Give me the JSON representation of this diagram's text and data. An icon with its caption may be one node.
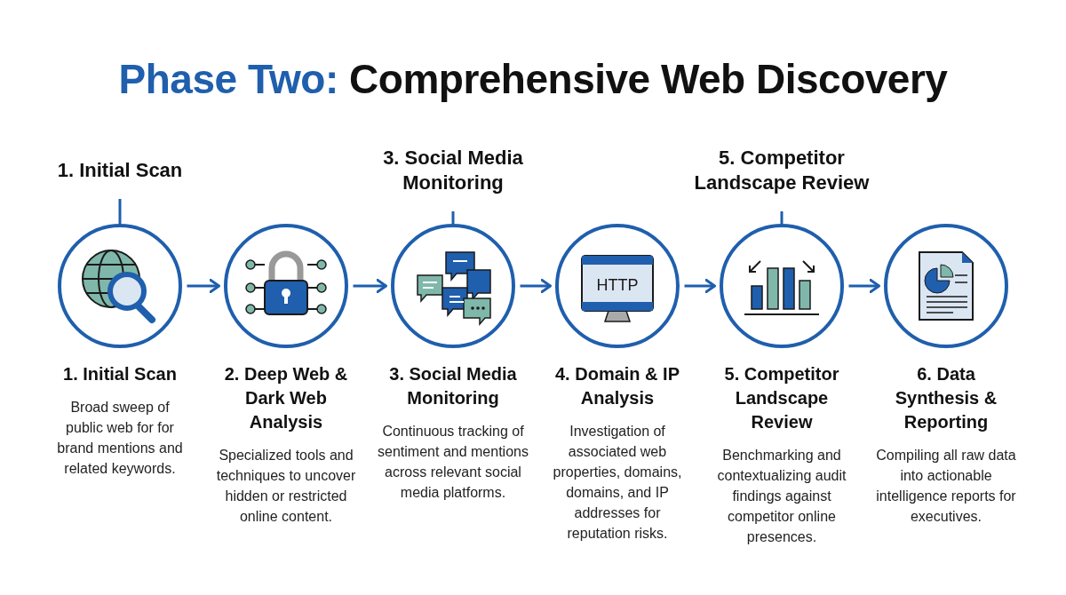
{
  "diagram": {
    "title": "*Phase Two:* Comprehensive Web Discovery",
    "nodes": [
      {
        "text": [
          "1. Initial Scan"
        ]
      },
      {
        "text": [
          "3. Social Media Monitoring"
        ]
      },
      {
        "text": [
          "5. Competitor Landscape Review"
        ]
      },
      {
        "text": [
          "1. Initial Scan",
          "Broad sweep of public web for for brand mentions and related keywords."
        ]
      },
      {
        "text": [
          "2. Deep Web & Dark Web Analysis",
          "Specialized tools and techniques to uncover hidden or restricted online content."
        ]
      },
      {
        "text": [
          "3. Social Media Monitoring",
          "Continuous tracking of sentiment and mentions across relevant social media platforms."
        ]
      },
      {
        "text": [
          "4. Domain & IP Analysis",
          "Investigation of associated web properties, domains, domains, and IP addresses for reputation risks."
        ]
      },
      {
        "text": [
          "5. Competitor Landscape Review",
          "Benchmarking and contextualizing audit findings against competitor online presences."
        ]
      },
      {
        "text": [
          "6. Data Synthesis & Reporting",
          "Compiling all raw data into actionable intelligence reports for executives."
        ]
      }
    ],
    "edges": [
      {
        "from": 3,
        "to": 4,
        "arrow": "to"
      },
      {
        "from": 4,
        "to": 5,
        "arrow": "to"
      },
      {
        "from": 5,
        "to": 6,
        "arrow": "to"
      },
      {
        "from": 6,
        "to": 7,
        "arrow": "to"
      },
      {
        "from": 7,
        "to": 8,
        "arrow": "to"
      },
      {
        "from": 0,
        "to": 3,
        "arrow": "none"
      },
      {
        "from": 1,
        "to": 5,
        "arrow": "none"
      },
      {
        "from": 2,
        "to": 7,
        "arrow": "none"
      }
    ],
    "labels": [
      "HTTP"
    ]
  }
}
